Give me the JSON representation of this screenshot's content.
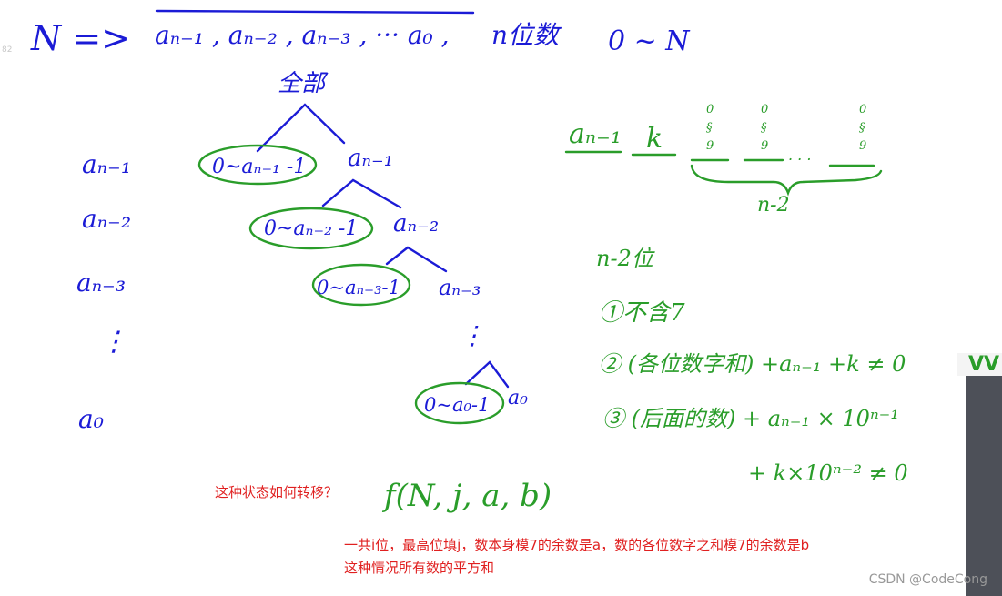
{
  "header": {
    "n_arrow": "N =>",
    "digits_seq": "aₙ₋₁ , aₙ₋₂ , aₙ₋₃ ,  ···  a₀ ,",
    "digits_note": "n位数",
    "range": "0 ~ N"
  },
  "tree": {
    "root": "全部",
    "levels_left": [
      "aₙ₋₁",
      "aₙ₋₂",
      "aₙ₋₃",
      "⋮",
      "a₀"
    ],
    "circled": [
      "0~aₙ₋₁ -1",
      "0~aₙ₋₂ -1",
      "0~aₙ₋₃-1",
      "0~a₀-1"
    ],
    "branches": [
      "aₙ₋₁",
      "aₙ₋₂",
      "aₙ₋₃",
      "⋮",
      "a₀"
    ]
  },
  "right_notes": {
    "digit_a": "aₙ₋₁",
    "digit_k": "k",
    "digit_range": "0\n§\n9",
    "ellipsis": ". . .",
    "span_label": "n-2",
    "line_n2": "n-2位",
    "case1": "①不含7",
    "case2": "② (各位数字和) +aₙ₋₁ +k ≠ 0",
    "case3": "③ (后面的数) + aₙ₋₁ × 10ⁿ⁻¹",
    "case3_cont": "+ k×10ⁿ⁻² ≠ 0"
  },
  "state": {
    "question": "这种状态如何转移？",
    "func": "f(N, j, a, b)",
    "desc_line1": "一共i位，最高位填j，数本身模7的余数是a，数的各位数字之和模7的余数是b",
    "desc_line2": "这种情况所有数的平方和"
  },
  "side": {
    "partial": "VV"
  },
  "margin_number": "82",
  "watermark": "CSDN @CodeCong",
  "colors": {
    "blue_ink": "#1b1bd6",
    "green_ink": "#2a9d2a",
    "red_text": "#e02020"
  }
}
